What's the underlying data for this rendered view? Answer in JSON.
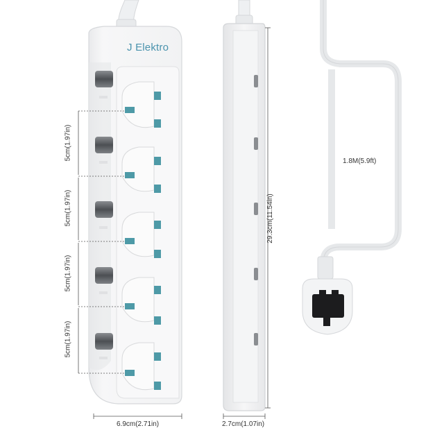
{
  "brand": {
    "name": "J Elektro",
    "color": "#4a93ad"
  },
  "accent_color": "#5f9ea8",
  "product": {
    "sockets": 5,
    "switches": 5
  },
  "dimensions": {
    "socket_spacing": [
      "5cm(1.97in)",
      "5cm(1.97in)",
      "5cm(1.97in)",
      "5cm(1.97in)"
    ],
    "width": "6.9cm(2.71in)",
    "depth": "2.7cm(1.07in)",
    "length": "29.3cm(11.54in)",
    "cable": "1.8M(5.9ft)"
  }
}
